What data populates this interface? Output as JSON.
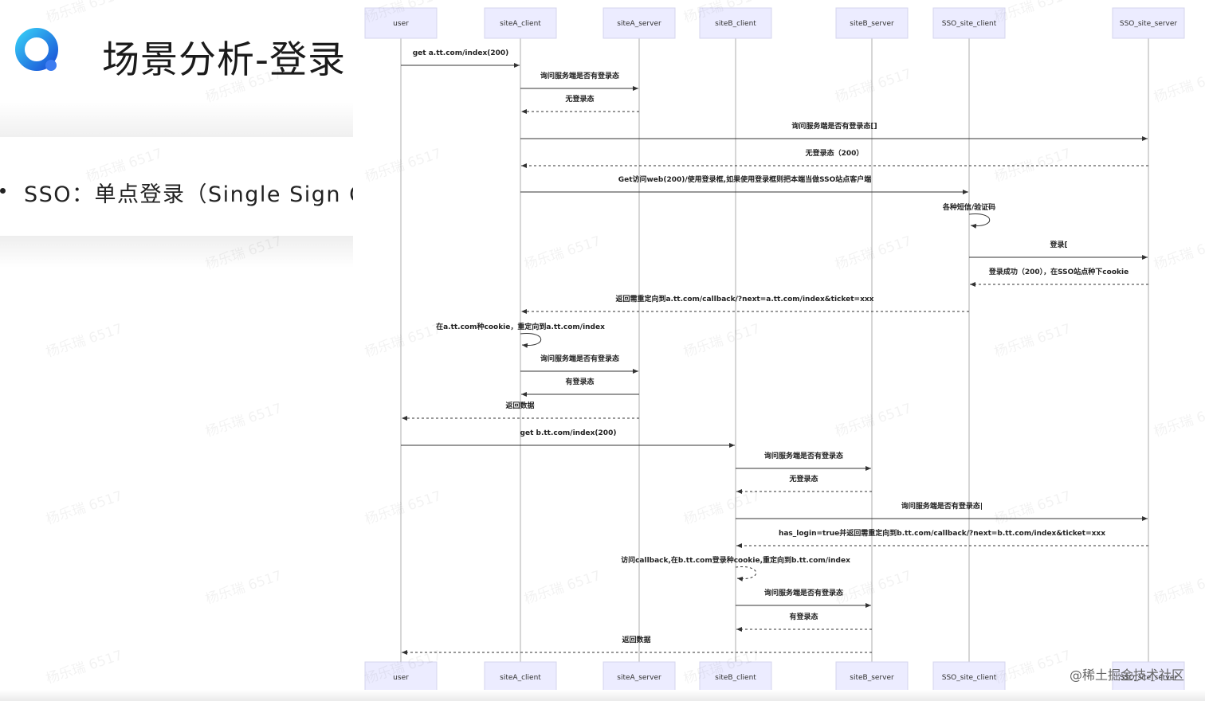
{
  "slide": {
    "title": "场景分析-登录",
    "bullet": "SSO：单点登录（Single Sign On",
    "logo_icon": "q-logo-icon",
    "brand_colors": [
      "#3d7cf0",
      "#35c8f5",
      "#1b54d8"
    ]
  },
  "diagram": {
    "participants": [
      "user",
      "siteA_client",
      "siteA_server",
      "siteB_client",
      "siteB_server",
      "SSO_site_client",
      "SSO_site_server"
    ],
    "messages": [
      {
        "from": 0,
        "to": 1,
        "label": "get a.tt.com/index(200)",
        "dashed": false
      },
      {
        "from": 1,
        "to": 2,
        "label": "询问服务端是否有登录态",
        "dashed": false
      },
      {
        "from": 2,
        "to": 1,
        "label": "无登录态",
        "dashed": true
      },
      {
        "from": 1,
        "to": 6,
        "label": "询问服务端是否有登录态[]",
        "dashed": false
      },
      {
        "from": 6,
        "to": 1,
        "label": "无登录态（200）",
        "dashed": true
      },
      {
        "from": 1,
        "to": 5,
        "label": "Get访问web(200)/使用登录框,如果使用登录框则把本端当做SSO站点客户端",
        "dashed": false
      },
      {
        "from": 5,
        "to": 5,
        "label": "各种短信/验证码",
        "dashed": false
      },
      {
        "from": 5,
        "to": 6,
        "label": "登录[",
        "dashed": false
      },
      {
        "from": 6,
        "to": 5,
        "label": "登录成功（200），在SSO站点种下cookie",
        "dashed": true
      },
      {
        "from": 5,
        "to": 1,
        "label": "返回需重定向到a.tt.com/callback/?next=a.tt.com/index&ticket=xxx",
        "dashed": true
      },
      {
        "from": 1,
        "to": 1,
        "label": "在a.tt.com种cookie，重定向到a.tt.com/index",
        "dashed": false
      },
      {
        "from": 1,
        "to": 2,
        "label": "询问服务端是否有登录态",
        "dashed": false
      },
      {
        "from": 2,
        "to": 1,
        "label": "有登录态",
        "dashed": false
      },
      {
        "from": 2,
        "to": 0,
        "label": "返回数据",
        "dashed": true
      },
      {
        "from": 0,
        "to": 3,
        "label": "get b.tt.com/index(200)",
        "dashed": false
      },
      {
        "from": 3,
        "to": 4,
        "label": "询问服务端是否有登录态",
        "dashed": false
      },
      {
        "from": 4,
        "to": 3,
        "label": "无登录态",
        "dashed": true
      },
      {
        "from": 3,
        "to": 6,
        "label": "询问服务端是否有登录态|",
        "dashed": false
      },
      {
        "from": 6,
        "to": 3,
        "label": "has_login=true并返回需重定向到b.tt.com/callback/?next=b.tt.com/index&ticket=xxx",
        "dashed": true
      },
      {
        "from": 3,
        "to": 3,
        "label": "访问callback,在b.tt.com登录种cookie,重定向到b.tt.com/index",
        "dashed": true
      },
      {
        "from": 3,
        "to": 4,
        "label": "询问服务端是否有登录态",
        "dashed": false
      },
      {
        "from": 4,
        "to": 3,
        "label": "有登录态",
        "dashed": true
      },
      {
        "from": 4,
        "to": 0,
        "label": "返回数据",
        "dashed": true
      }
    ]
  },
  "watermark": {
    "text": "杨乐瑞 6517"
  },
  "credit": "@稀土掘金技术社区"
}
